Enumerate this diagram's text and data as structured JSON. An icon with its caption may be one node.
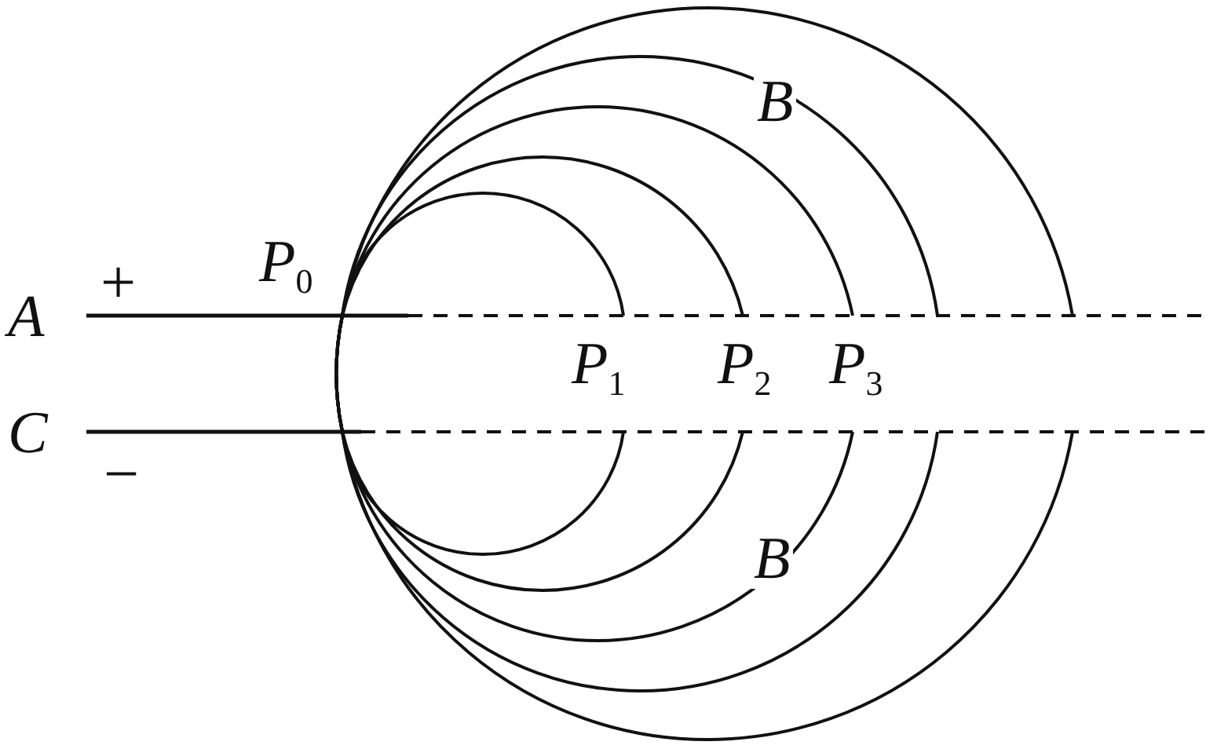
{
  "diagram": {
    "labels": [
      "*P*$_{0}$",
      "+",
      "*B*",
      "*A*",
      "*P*$_{1}$",
      "*P*$_{2}$",
      "*P*$_{3}$",
      "*C*",
      "−",
      "*B*"
    ]
  }
}
